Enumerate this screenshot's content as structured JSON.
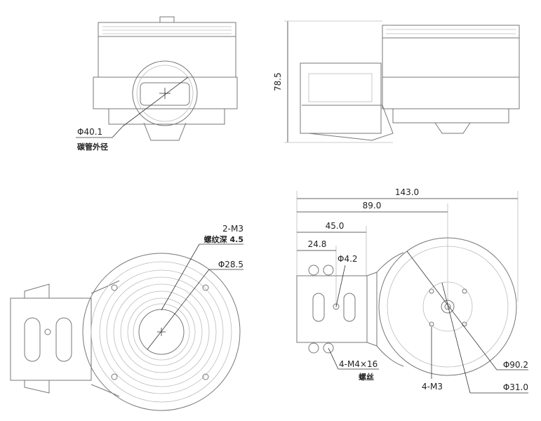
{
  "title": "Motor mount dimension drawing",
  "top_left_view": {
    "tube_diameter": "Φ40.1",
    "tube_note": "碳管外径"
  },
  "top_right_view": {
    "height": "78.5"
  },
  "bottom_left_view": {
    "thread": "2-M3",
    "thread_depth": "螺纹深 4.5",
    "bore": "Φ28.5"
  },
  "bottom_right_view": {
    "dim_total": "143.0",
    "dim_center": "89.0",
    "dim_flange": "45.0",
    "dim_hole": "24.8",
    "hole_dia": "Φ4.2",
    "screws": "4-M4×16",
    "screws_note": "螺丝",
    "motor_screws": "4-M3",
    "outer_dia": "Φ90.2",
    "hub_dia": "Φ31.0"
  }
}
